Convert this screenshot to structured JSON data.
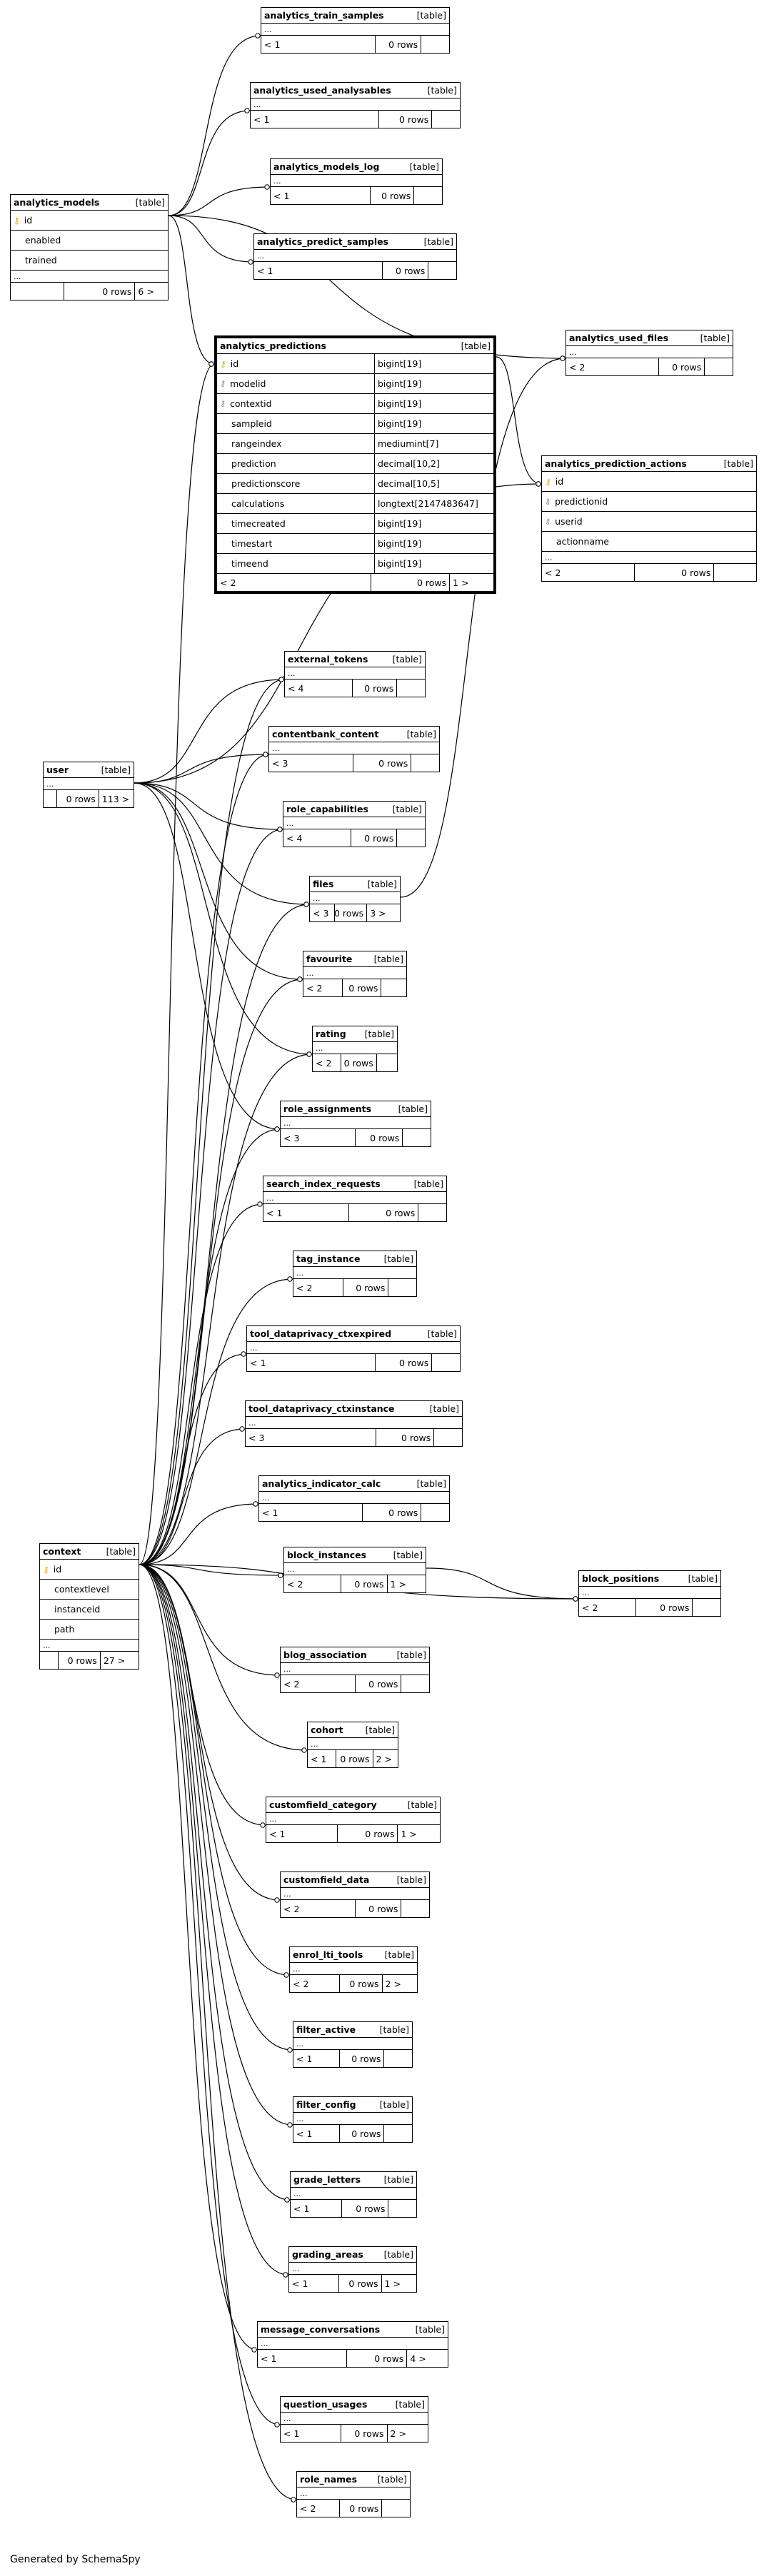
{
  "footer_credit": "Generated by SchemaSpy",
  "table_type_label": "[table]",
  "tables": {
    "analytics_train_samples": {
      "name": "analytics_train_samples",
      "type": "[table]",
      "more": "...",
      "foot": [
        "< 1",
        "0 rows",
        ""
      ]
    },
    "analytics_used_analysables": {
      "name": "analytics_used_analysables",
      "type": "[table]",
      "more": "...",
      "foot": [
        "< 1",
        "0 rows",
        ""
      ]
    },
    "analytics_models_log": {
      "name": "analytics_models_log",
      "type": "[table]",
      "more": "...",
      "foot": [
        "< 1",
        "0 rows",
        ""
      ]
    },
    "analytics_predict_samples": {
      "name": "analytics_predict_samples",
      "type": "[table]",
      "more": "...",
      "foot": [
        "< 1",
        "0 rows",
        ""
      ]
    },
    "analytics_models": {
      "name": "analytics_models",
      "type": "[table]",
      "columns": [
        {
          "name": "id",
          "key": true
        },
        {
          "name": "enabled"
        },
        {
          "name": "trained"
        }
      ],
      "more": "...",
      "foot": [
        "",
        "0 rows",
        "6 >"
      ]
    },
    "analytics_predictions": {
      "name": "analytics_predictions",
      "type": "[table]",
      "columns": [
        {
          "name": "id",
          "type": "bigint[19]",
          "key": true
        },
        {
          "name": "modelid",
          "type": "bigint[19]",
          "fk": true
        },
        {
          "name": "contextid",
          "type": "bigint[19]",
          "fk": true
        },
        {
          "name": "sampleid",
          "type": "bigint[19]"
        },
        {
          "name": "rangeindex",
          "type": "mediumint[7]"
        },
        {
          "name": "prediction",
          "type": "decimal[10,2]"
        },
        {
          "name": "predictionscore",
          "type": "decimal[10,5]"
        },
        {
          "name": "calculations",
          "type": "longtext[2147483647]"
        },
        {
          "name": "timecreated",
          "type": "bigint[19]"
        },
        {
          "name": "timestart",
          "type": "bigint[19]"
        },
        {
          "name": "timeend",
          "type": "bigint[19]"
        }
      ],
      "foot": [
        "< 2",
        "0 rows",
        "1 >"
      ]
    },
    "analytics_used_files": {
      "name": "analytics_used_files",
      "type": "[table]",
      "more": "...",
      "foot": [
        "< 2",
        "0 rows",
        ""
      ]
    },
    "analytics_prediction_actions": {
      "name": "analytics_prediction_actions",
      "type": "[table]",
      "columns": [
        {
          "name": "id",
          "key": true
        },
        {
          "name": "predictionid",
          "fk": true
        },
        {
          "name": "userid",
          "fk": true
        },
        {
          "name": "actionname"
        }
      ],
      "more": "...",
      "foot": [
        "< 2",
        "0 rows",
        ""
      ]
    },
    "user": {
      "name": "user",
      "type": "[table]",
      "more": "...",
      "foot": [
        "",
        "0 rows",
        "113 >"
      ]
    },
    "external_tokens": {
      "name": "external_tokens",
      "type": "[table]",
      "more": "...",
      "foot": [
        "< 4",
        "0 rows",
        ""
      ]
    },
    "contentbank_content": {
      "name": "contentbank_content",
      "type": "[table]",
      "more": "...",
      "foot": [
        "< 3",
        "0 rows",
        ""
      ]
    },
    "role_capabilities": {
      "name": "role_capabilities",
      "type": "[table]",
      "more": "...",
      "foot": [
        "< 4",
        "0 rows",
        ""
      ]
    },
    "files": {
      "name": "files",
      "type": "[table]",
      "more": "...",
      "foot": [
        "< 3",
        "0 rows",
        "3 >"
      ]
    },
    "favourite": {
      "name": "favourite",
      "type": "[table]",
      "more": "...",
      "foot": [
        "< 2",
        "0 rows",
        ""
      ]
    },
    "rating": {
      "name": "rating",
      "type": "[table]",
      "more": "...",
      "foot": [
        "< 2",
        "0 rows",
        ""
      ]
    },
    "role_assignments": {
      "name": "role_assignments",
      "type": "[table]",
      "more": "...",
      "foot": [
        "< 3",
        "0 rows",
        ""
      ]
    },
    "search_index_requests": {
      "name": "search_index_requests",
      "type": "[table]",
      "more": "...",
      "foot": [
        "< 1",
        "0 rows",
        ""
      ]
    },
    "tag_instance": {
      "name": "tag_instance",
      "type": "[table]",
      "more": "...",
      "foot": [
        "< 2",
        "0 rows",
        ""
      ]
    },
    "tool_dataprivacy_ctxexpired": {
      "name": "tool_dataprivacy_ctxexpired",
      "type": "[table]",
      "more": "...",
      "foot": [
        "< 1",
        "0 rows",
        ""
      ]
    },
    "tool_dataprivacy_ctxinstance": {
      "name": "tool_dataprivacy_ctxinstance",
      "type": "[table]",
      "more": "...",
      "foot": [
        "< 3",
        "0 rows",
        ""
      ]
    },
    "analytics_indicator_calc": {
      "name": "analytics_indicator_calc",
      "type": "[table]",
      "more": "...",
      "foot": [
        "< 1",
        "0 rows",
        ""
      ]
    },
    "context": {
      "name": "context",
      "type": "[table]",
      "columns": [
        {
          "name": "id",
          "key": true
        },
        {
          "name": "contextlevel"
        },
        {
          "name": "instanceid"
        },
        {
          "name": "path"
        }
      ],
      "more": "...",
      "foot": [
        "",
        "0 rows",
        "27 >"
      ]
    },
    "block_instances": {
      "name": "block_instances",
      "type": "[table]",
      "more": "...",
      "foot": [
        "< 2",
        "0 rows",
        "1 >"
      ]
    },
    "block_positions": {
      "name": "block_positions",
      "type": "[table]",
      "more": "...",
      "foot": [
        "< 2",
        "0 rows",
        ""
      ]
    },
    "blog_association": {
      "name": "blog_association",
      "type": "[table]",
      "more": "...",
      "foot": [
        "< 2",
        "0 rows",
        ""
      ]
    },
    "cohort": {
      "name": "cohort",
      "type": "[table]",
      "more": "...",
      "foot": [
        "< 1",
        "0 rows",
        "2 >"
      ]
    },
    "customfield_category": {
      "name": "customfield_category",
      "type": "[table]",
      "more": "...",
      "foot": [
        "< 1",
        "0 rows",
        "1 >"
      ]
    },
    "customfield_data": {
      "name": "customfield_data",
      "type": "[table]",
      "more": "...",
      "foot": [
        "< 2",
        "0 rows",
        ""
      ]
    },
    "enrol_lti_tools": {
      "name": "enrol_lti_tools",
      "type": "[table]",
      "more": "...",
      "foot": [
        "< 2",
        "0 rows",
        "2 >"
      ]
    },
    "filter_active": {
      "name": "filter_active",
      "type": "[table]",
      "more": "...",
      "foot": [
        "< 1",
        "0 rows",
        ""
      ]
    },
    "filter_config": {
      "name": "filter_config",
      "type": "[table]",
      "more": "...",
      "foot": [
        "< 1",
        "0 rows",
        ""
      ]
    },
    "grade_letters": {
      "name": "grade_letters",
      "type": "[table]",
      "more": "...",
      "foot": [
        "< 1",
        "0 rows",
        ""
      ]
    },
    "grading_areas": {
      "name": "grading_areas",
      "type": "[table]",
      "more": "...",
      "foot": [
        "< 1",
        "0 rows",
        "1 >"
      ]
    },
    "message_conversations": {
      "name": "message_conversations",
      "type": "[table]",
      "more": "...",
      "foot": [
        "< 1",
        "0 rows",
        "4 >"
      ]
    },
    "question_usages": {
      "name": "question_usages",
      "type": "[table]",
      "more": "...",
      "foot": [
        "< 1",
        "0 rows",
        "2 >"
      ]
    },
    "role_names": {
      "name": "role_names",
      "type": "[table]",
      "more": "...",
      "foot": [
        "< 2",
        "0 rows",
        ""
      ]
    }
  }
}
